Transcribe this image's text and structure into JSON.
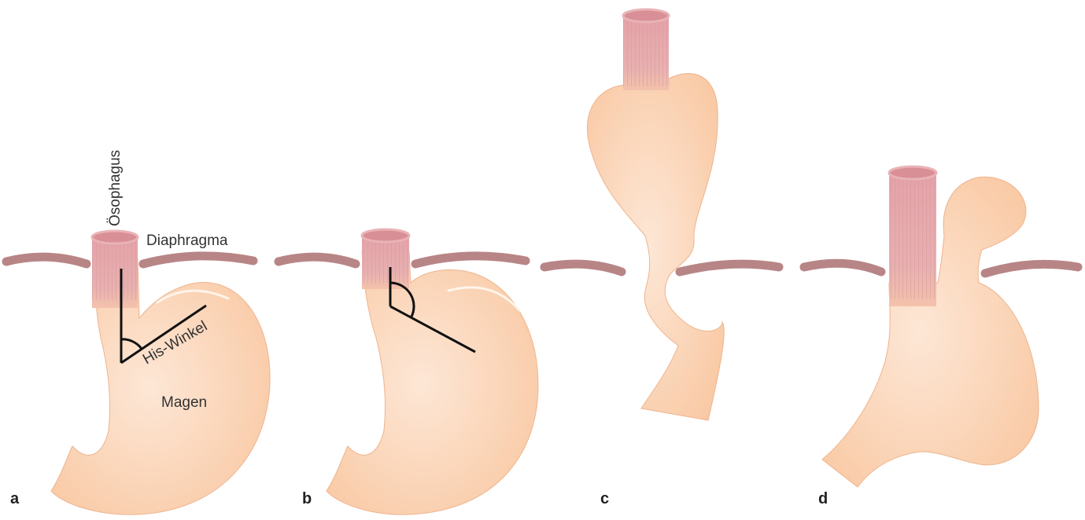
{
  "labels": {
    "esophagus": "Ösophagus",
    "diaphragm": "Diaphragma",
    "his_angle": "His-Winkel",
    "stomach": "Magen"
  },
  "panels": [
    "a",
    "b",
    "c",
    "d"
  ],
  "colors": {
    "stomach_fill": "#fbd3b1",
    "stomach_highlight": "#fde6d3",
    "esophagus_fill": "#e4a9ac",
    "esophagus_top": "#d4848d",
    "diaphragm": "#b88586",
    "angle_lines": "#111111"
  }
}
